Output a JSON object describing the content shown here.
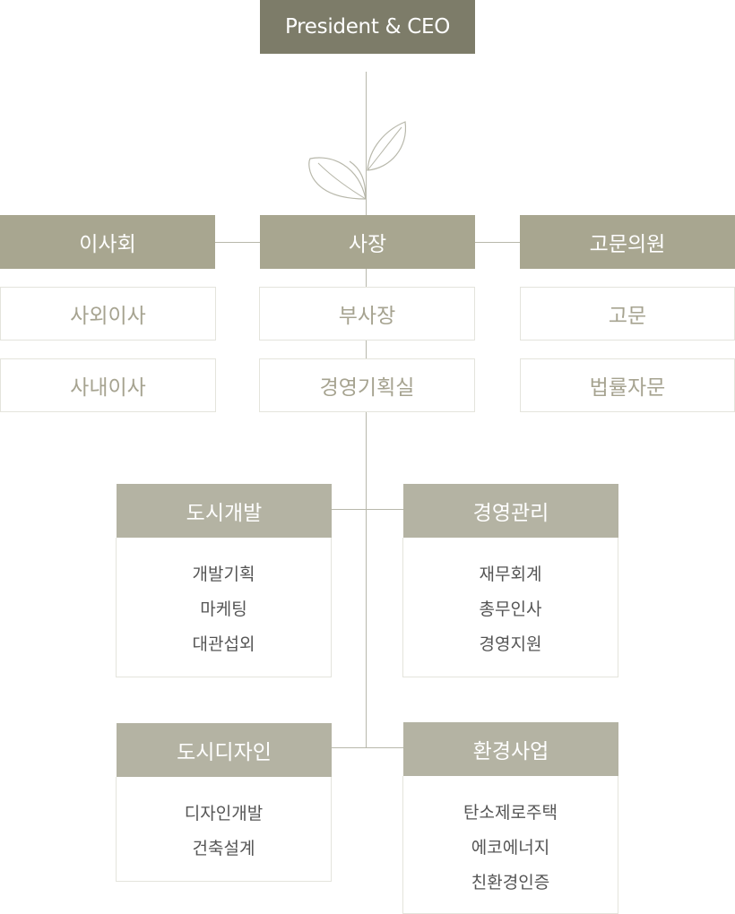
{
  "top": {
    "label": "President & CEO"
  },
  "left_branch": {
    "header": "이사회",
    "items": [
      "사외이사",
      "사내이사"
    ]
  },
  "center_branch": {
    "header": "사장",
    "items": [
      "부사장",
      "경영기획실"
    ]
  },
  "right_branch": {
    "header": "고문의원",
    "items": [
      "고문",
      "법률자문"
    ]
  },
  "departments": [
    {
      "title": "도시개발",
      "items": [
        "개발기획",
        "마케팅",
        "대관섭외"
      ]
    },
    {
      "title": "경영관리",
      "items": [
        "재무회계",
        "총무인사",
        "경영지원"
      ]
    },
    {
      "title": "도시디자인",
      "items": [
        "디자인개발",
        "건축설계"
      ]
    },
    {
      "title": "환경사업",
      "items": [
        "탄소제로주택",
        "에코에너지",
        "친환경인증"
      ]
    }
  ],
  "colors": {
    "ceo_bg": "#7d7c69",
    "header_bg": "#a8a690",
    "dept_header_bg": "#b4b3a3",
    "sub_text": "#a6a390",
    "line": "#b8b8ab"
  }
}
